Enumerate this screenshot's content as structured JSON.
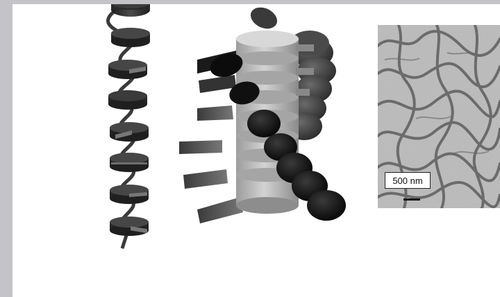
{
  "figure": {
    "scale_bar_label": "500 nm",
    "colors": {
      "dark_disc": "#2a2a2a",
      "light_disc": "#bdbdbd",
      "darkest_disc": "#111111",
      "tem_background": "#a9a9a9"
    },
    "panels": [
      "helical-ribbon-model",
      "columnar-stack-model",
      "tem-micrograph"
    ]
  }
}
